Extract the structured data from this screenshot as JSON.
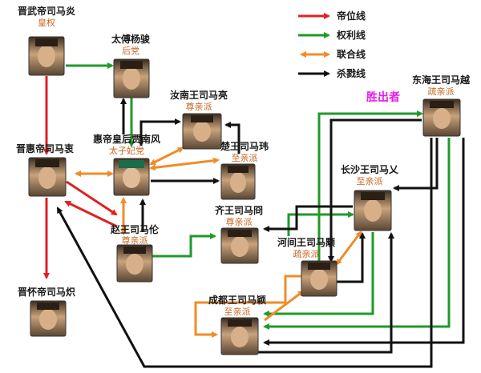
{
  "legend": {
    "imperial": "帝位线",
    "power": "权利线",
    "alliance": "联合线",
    "kill": "杀戮线"
  },
  "colors": {
    "imperial": "#e02020",
    "power": "#1f9a2a",
    "alliance": "#f08c28",
    "kill": "#111111",
    "faction_text": "#c8641e",
    "winner_text": "#e619e6"
  },
  "winner_label": "胜出者",
  "people": {
    "yan": {
      "name": "晋武帝司马炎",
      "faction": "皇权"
    },
    "jun": {
      "name": "太傅杨骏",
      "faction": "后党"
    },
    "liang": {
      "name": "汝南王司马亮",
      "faction": "尊亲派"
    },
    "empress": {
      "name": "惠帝皇后贾南风",
      "faction": "太子妃党"
    },
    "wei": {
      "name": "楚王司马玮",
      "faction": "至亲派"
    },
    "zhong": {
      "name": "晋惠帝司马衷",
      "faction": ""
    },
    "lun": {
      "name": "赵王司马伦",
      "faction": "尊亲派"
    },
    "jiong": {
      "name": "齐王司马冏",
      "faction": "尊亲派"
    },
    "yi": {
      "name": "长沙王司马乂",
      "faction": "至亲派"
    },
    "yong": {
      "name": "河间王司马颙",
      "faction": "疏亲派"
    },
    "ying": {
      "name": "成都王司马颖",
      "faction": "至亲派"
    },
    "yue": {
      "name": "东海王司马越",
      "faction": "疏亲派"
    },
    "chi": {
      "name": "晋怀帝司马炽",
      "faction": ""
    }
  }
}
